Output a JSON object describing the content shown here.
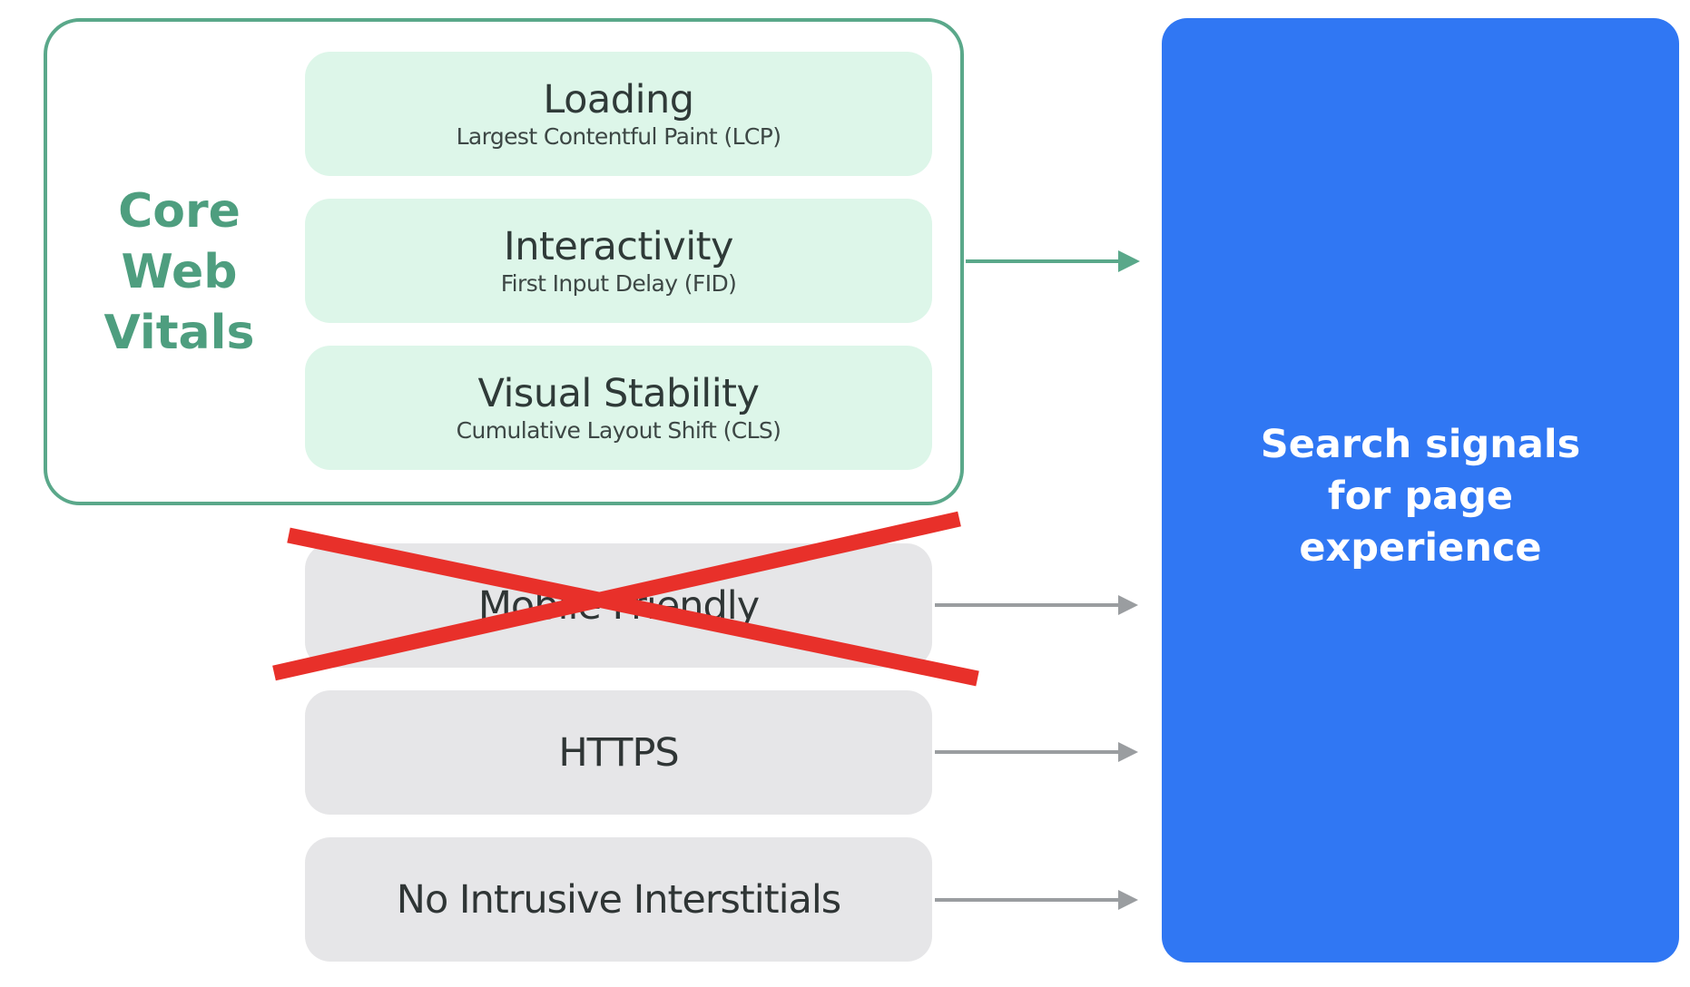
{
  "core_web_vitals": {
    "label_lines": [
      "Core",
      "Web",
      "Vitals"
    ],
    "metrics": [
      {
        "title": "Loading",
        "subtitle": "Largest Contentful Paint (LCP)"
      },
      {
        "title": "Interactivity",
        "subtitle": "First Input Delay (FID)"
      },
      {
        "title": "Visual Stability",
        "subtitle": "Cumulative Layout Shift (CLS)"
      }
    ]
  },
  "other_signals": [
    {
      "label": "Mobile Friendly",
      "crossed_out": true
    },
    {
      "label": "HTTPS",
      "crossed_out": false
    },
    {
      "label": "No Intrusive Interstitials",
      "crossed_out": false
    }
  ],
  "target": {
    "label_lines": [
      "Search signals",
      "for page",
      "experience"
    ]
  },
  "colors": {
    "green_accent": "#5aa88a",
    "green_fill": "#ddf6e9",
    "gray_fill": "#e6e6e8",
    "gray_arrow": "#9a9da0",
    "blue": "#3077f3",
    "red_cross": "#e8302a"
  }
}
